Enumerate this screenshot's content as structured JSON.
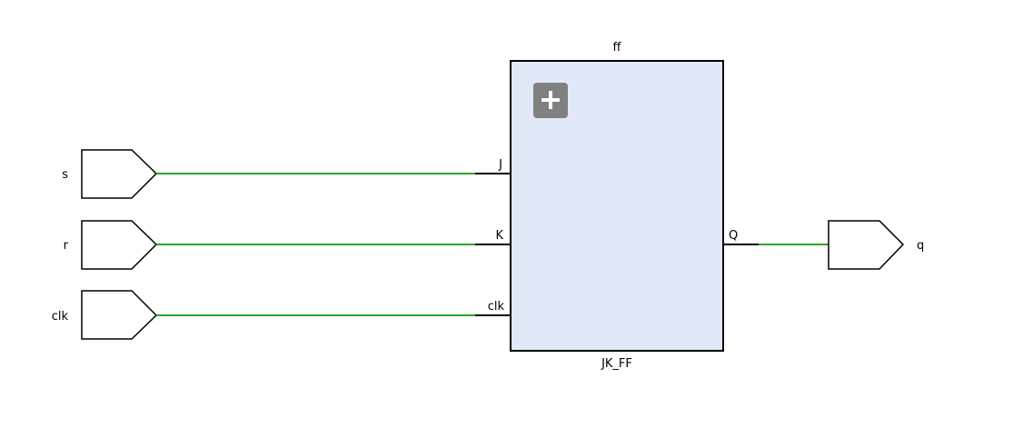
{
  "colors": {
    "wire": "#2aa52a",
    "cell_fill": "#dfe9f8",
    "expand_button": "#808080"
  },
  "cell": {
    "instance_name": "ff",
    "type_name": "JK_FF",
    "expand_icon": "plus-icon",
    "pins": {
      "j": "J",
      "k": "K",
      "clk": "clk",
      "q": "Q"
    }
  },
  "ports": {
    "inputs": [
      "s",
      "r",
      "clk"
    ],
    "output": "q"
  }
}
